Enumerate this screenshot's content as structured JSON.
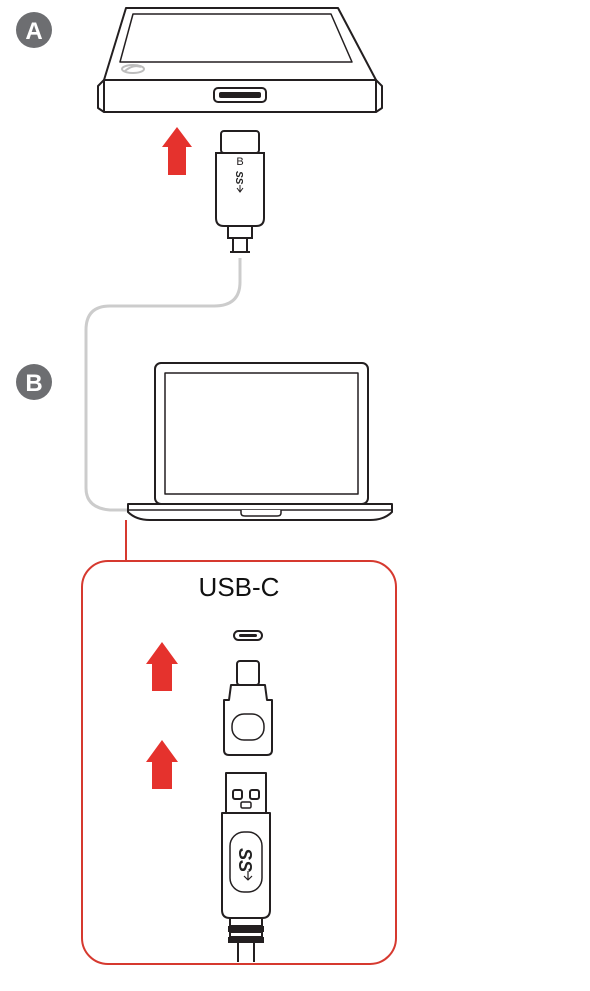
{
  "steps": [
    {
      "label": "A",
      "meaning": "connect cable to drive"
    },
    {
      "label": "B",
      "meaning": "connect cable to computer"
    }
  ],
  "callout": {
    "title": "USB-C"
  },
  "connector_marks": {
    "micro_b_letter": "B",
    "superspeed_logo": "SS"
  },
  "colors": {
    "arrow": "#e5322d",
    "callout_border": "#d6392f",
    "badge": "#6d6e71",
    "cable": "#cccccc",
    "outline": "#231f20"
  },
  "icons": [
    "external-hard-drive-icon",
    "laptop-icon",
    "usb-micro-b-plug-icon",
    "usb-a-plug-icon",
    "usb-c-adapter-icon",
    "usb-c-port-icon",
    "insert-arrow-icon"
  ]
}
